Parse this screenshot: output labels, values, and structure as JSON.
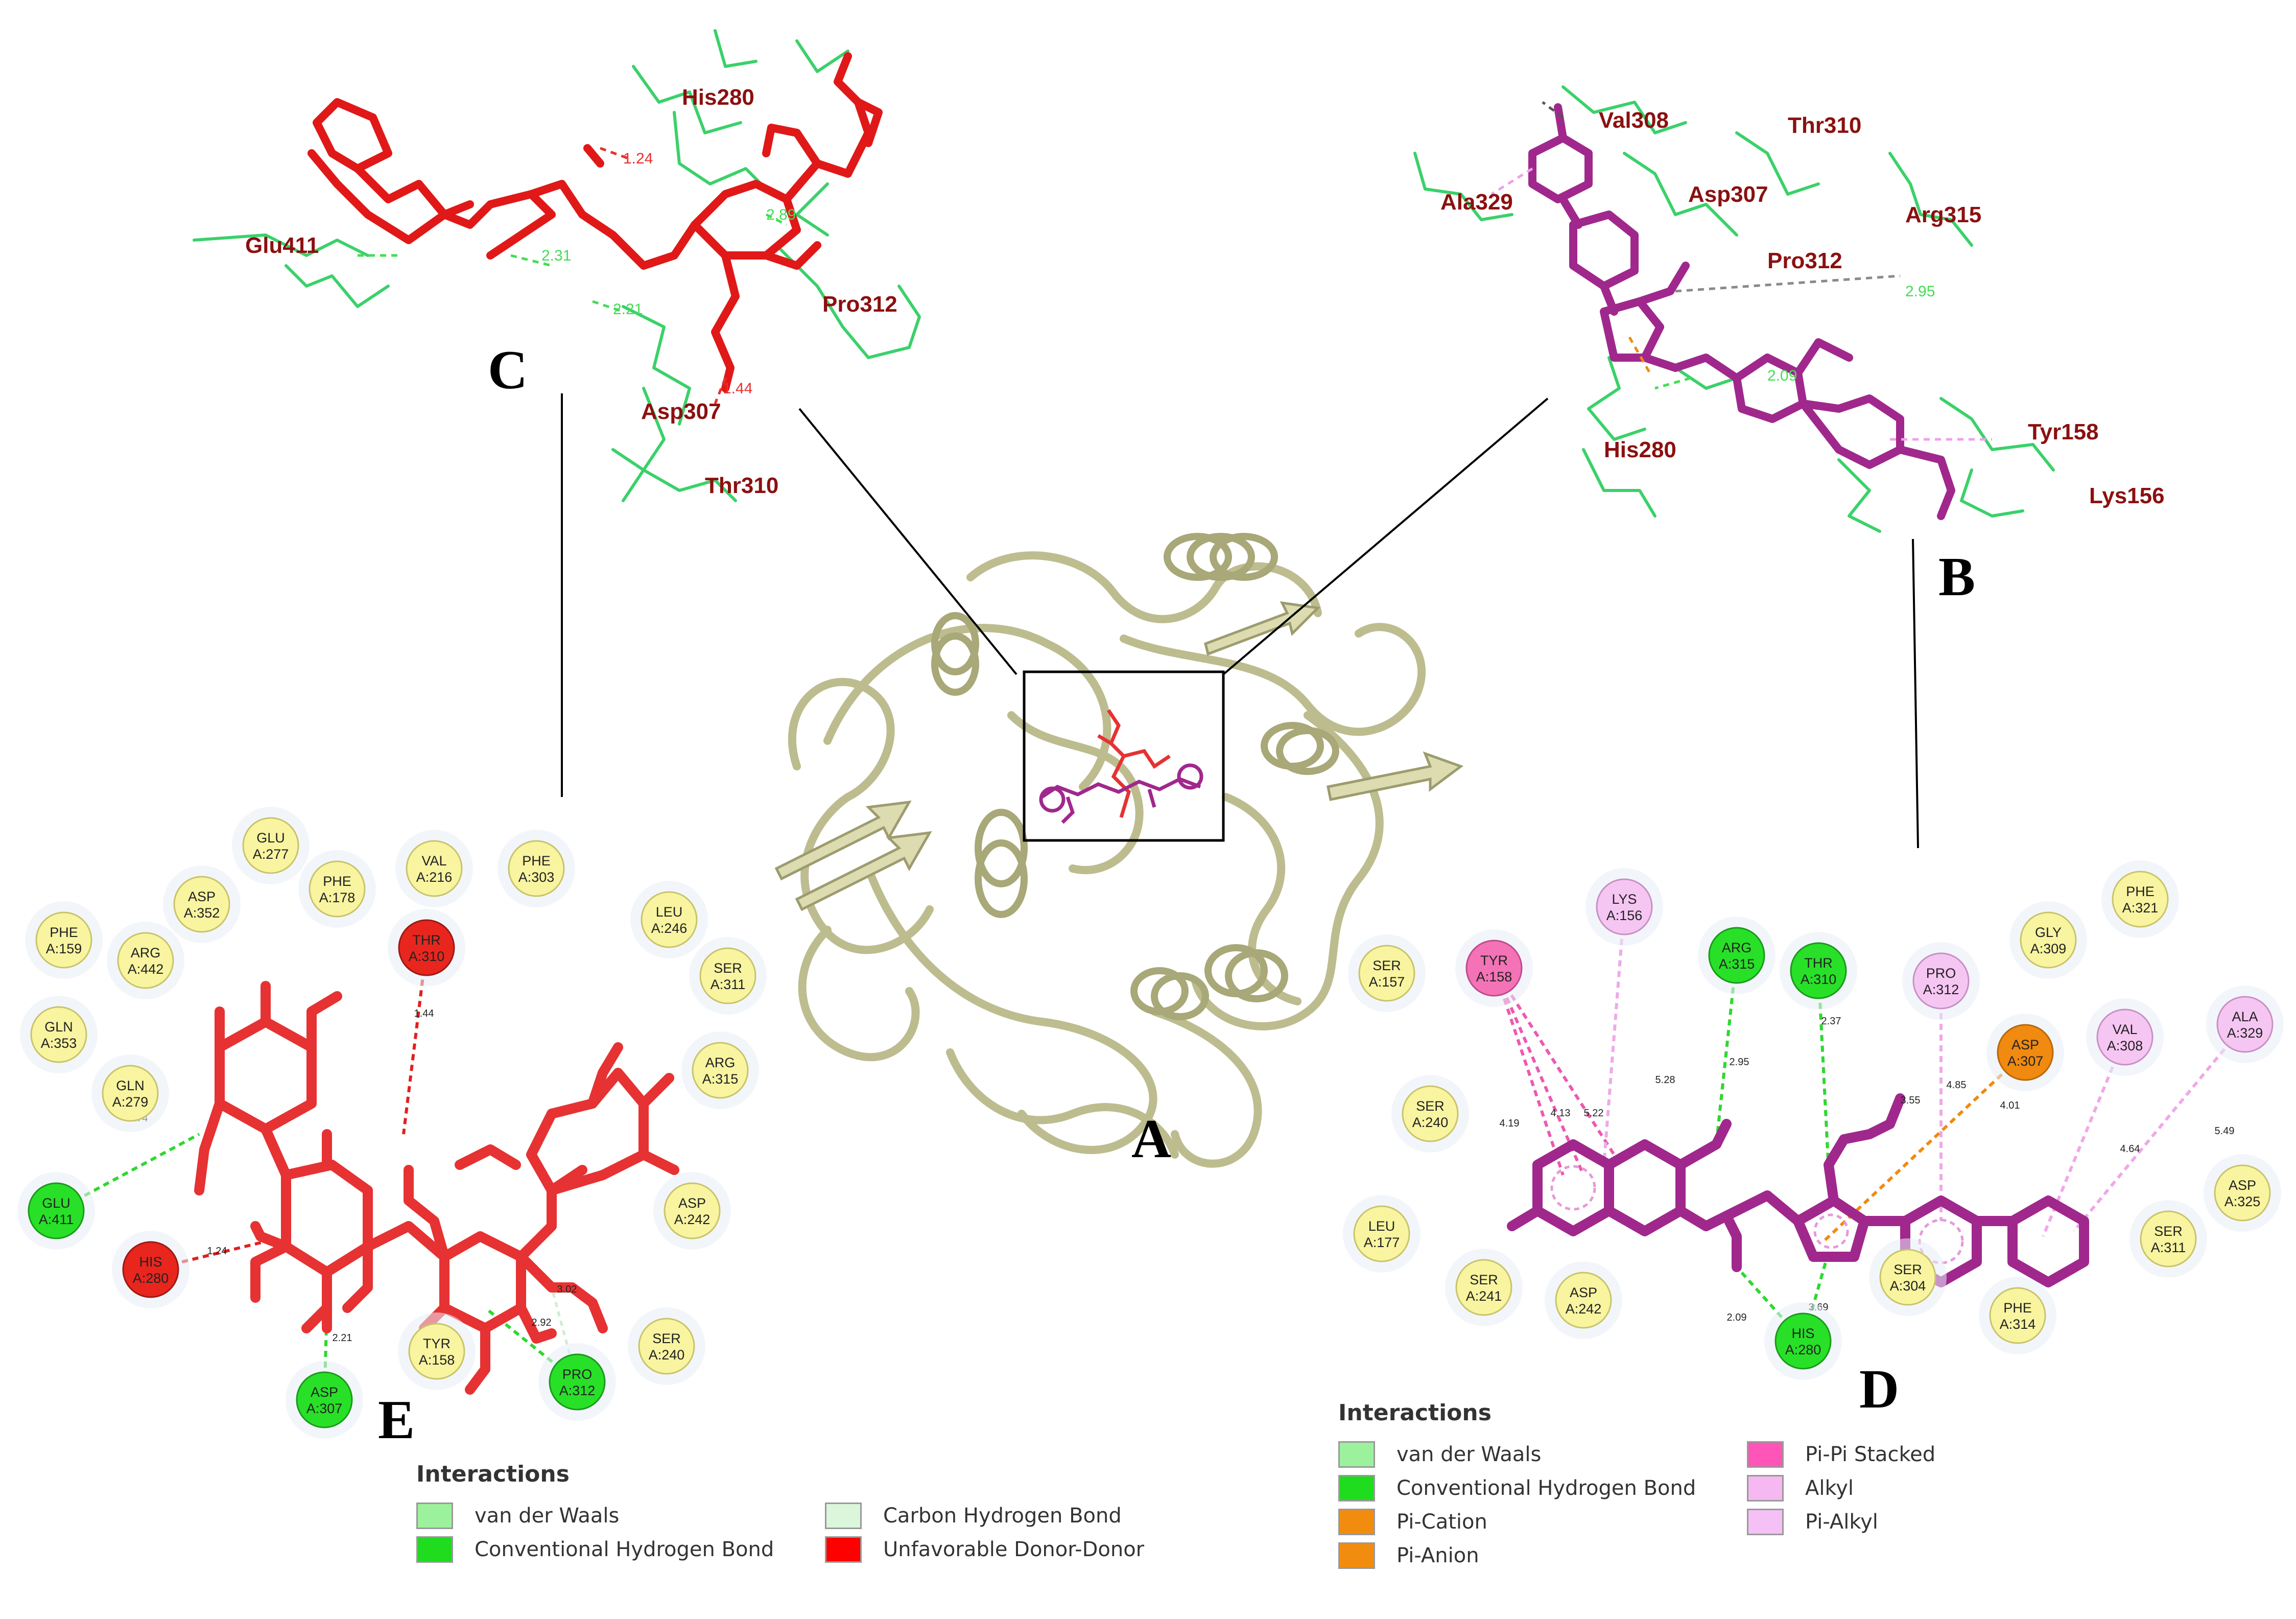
{
  "panels": {
    "A": "A",
    "B": "B",
    "C": "C",
    "D": "D",
    "E": "E"
  },
  "panel_C_3d": {
    "residues": [
      "His280",
      "Glu411",
      "Pro312",
      "Asp307",
      "Thr310"
    ],
    "distances": [
      "1.24",
      "2.89",
      "2.31",
      "2.21",
      "1.44"
    ]
  },
  "panel_B_3d": {
    "residues": [
      "Val308",
      "Thr310",
      "Ala329",
      "Asp307",
      "Arg315",
      "Pro312",
      "His280",
      "Tyr158",
      "Lys156"
    ],
    "distances": [
      "2.95",
      "2.09"
    ]
  },
  "panel_E_2d": {
    "nodes": [
      {
        "res": "PHE",
        "num": "A:159",
        "type": "vdw"
      },
      {
        "res": "GLN",
        "num": "A:353",
        "type": "vdw"
      },
      {
        "res": "ARG",
        "num": "A:442",
        "type": "vdw"
      },
      {
        "res": "ASP",
        "num": "A:352",
        "type": "vdw"
      },
      {
        "res": "GLU",
        "num": "A:277",
        "type": "vdw"
      },
      {
        "res": "PHE",
        "num": "A:178",
        "type": "vdw"
      },
      {
        "res": "VAL",
        "num": "A:216",
        "type": "vdw"
      },
      {
        "res": "PHE",
        "num": "A:303",
        "type": "vdw"
      },
      {
        "res": "LEU",
        "num": "A:246",
        "type": "vdw"
      },
      {
        "res": "SER",
        "num": "A:311",
        "type": "vdw"
      },
      {
        "res": "ARG",
        "num": "A:315",
        "type": "vdw"
      },
      {
        "res": "ASP",
        "num": "A:242",
        "type": "vdw"
      },
      {
        "res": "SER",
        "num": "A:240",
        "type": "vdw"
      },
      {
        "res": "GLN",
        "num": "A:279",
        "type": "vdw"
      },
      {
        "res": "TYR",
        "num": "A:158",
        "type": "vdw"
      },
      {
        "res": "THR",
        "num": "A:310",
        "type": "unfav"
      },
      {
        "res": "HIS",
        "num": "A:280",
        "type": "unfav"
      },
      {
        "res": "GLU",
        "num": "A:411",
        "type": "hbond"
      },
      {
        "res": "ASP",
        "num": "A:307",
        "type": "hbond"
      },
      {
        "res": "PRO",
        "num": "A:312",
        "type": "hbond"
      }
    ],
    "distances": [
      "1.44",
      "2.74",
      "1.24",
      "2.21",
      "2.92",
      "3.02"
    ]
  },
  "panel_D_2d": {
    "nodes": [
      {
        "res": "SER",
        "num": "A:157",
        "type": "vdw"
      },
      {
        "res": "TYR",
        "num": "A:158",
        "type": "pipi"
      },
      {
        "res": "LYS",
        "num": "A:156",
        "type": "alkyl"
      },
      {
        "res": "ARG",
        "num": "A:315",
        "type": "hbond"
      },
      {
        "res": "THR",
        "num": "A:310",
        "type": "hbond"
      },
      {
        "res": "PRO",
        "num": "A:312",
        "type": "pialkyl"
      },
      {
        "res": "GLY",
        "num": "A:309",
        "type": "vdw"
      },
      {
        "res": "PHE",
        "num": "A:321",
        "type": "vdw"
      },
      {
        "res": "ASP",
        "num": "A:307",
        "type": "anion"
      },
      {
        "res": "VAL",
        "num": "A:308",
        "type": "pialkyl"
      },
      {
        "res": "ALA",
        "num": "A:329",
        "type": "pialkyl"
      },
      {
        "res": "SER",
        "num": "A:240",
        "type": "vdw"
      },
      {
        "res": "ASP",
        "num": "A:325",
        "type": "vdw"
      },
      {
        "res": "LEU",
        "num": "A:177",
        "type": "vdw"
      },
      {
        "res": "SER",
        "num": "A:311",
        "type": "vdw"
      },
      {
        "res": "SER",
        "num": "A:241",
        "type": "vdw"
      },
      {
        "res": "ASP",
        "num": "A:242",
        "type": "vdw"
      },
      {
        "res": "SER",
        "num": "A:304",
        "type": "vdw"
      },
      {
        "res": "PHE",
        "num": "A:314",
        "type": "vdw"
      },
      {
        "res": "HIS",
        "num": "A:280",
        "type": "hbond"
      }
    ],
    "distances": [
      "5.28",
      "4.13",
      "5.22",
      "4.19",
      "2.95",
      "2.37",
      "3.55",
      "4.85",
      "4.01",
      "4.64",
      "5.49",
      "2.09",
      "3.69"
    ]
  },
  "legend_E": {
    "title": "Interactions",
    "items": [
      {
        "label": "van der Waals",
        "color": "#9cf29c"
      },
      {
        "label": "Carbon Hydrogen Bond",
        "color": "#dbf7db"
      },
      {
        "label": "Conventional Hydrogen Bond",
        "color": "#1fdc1f"
      },
      {
        "label": "Unfavorable Donor-Donor",
        "color": "#ff0000"
      }
    ]
  },
  "legend_D": {
    "title": "Interactions",
    "items": [
      {
        "label": "van der Waals",
        "color": "#9cf29c"
      },
      {
        "label": "Pi-Pi Stacked",
        "color": "#ff55b8"
      },
      {
        "label": "Conventional Hydrogen Bond",
        "color": "#1fdc1f"
      },
      {
        "label": "Alkyl",
        "color": "#f5b8f0"
      },
      {
        "label": "Pi-Cation",
        "color": "#f28c0f"
      },
      {
        "label": "Pi-Alkyl",
        "color": "#f5c0f5"
      },
      {
        "label": "Pi-Anion",
        "color": "#f28c0f"
      }
    ]
  },
  "colors": {
    "vdw": "#f8f4a0",
    "hbond": "#28e028",
    "unfav": "#e8261e",
    "pipi": "#f472b6",
    "alkyl": "#f6c6f3",
    "pialkyl": "#f6c6f3",
    "anion": "#f08a10",
    "ligand_E": "#e63232",
    "ligand_D": "#a0288c",
    "protein": "#dcdcb0",
    "residue3d": "#3ad16a"
  }
}
